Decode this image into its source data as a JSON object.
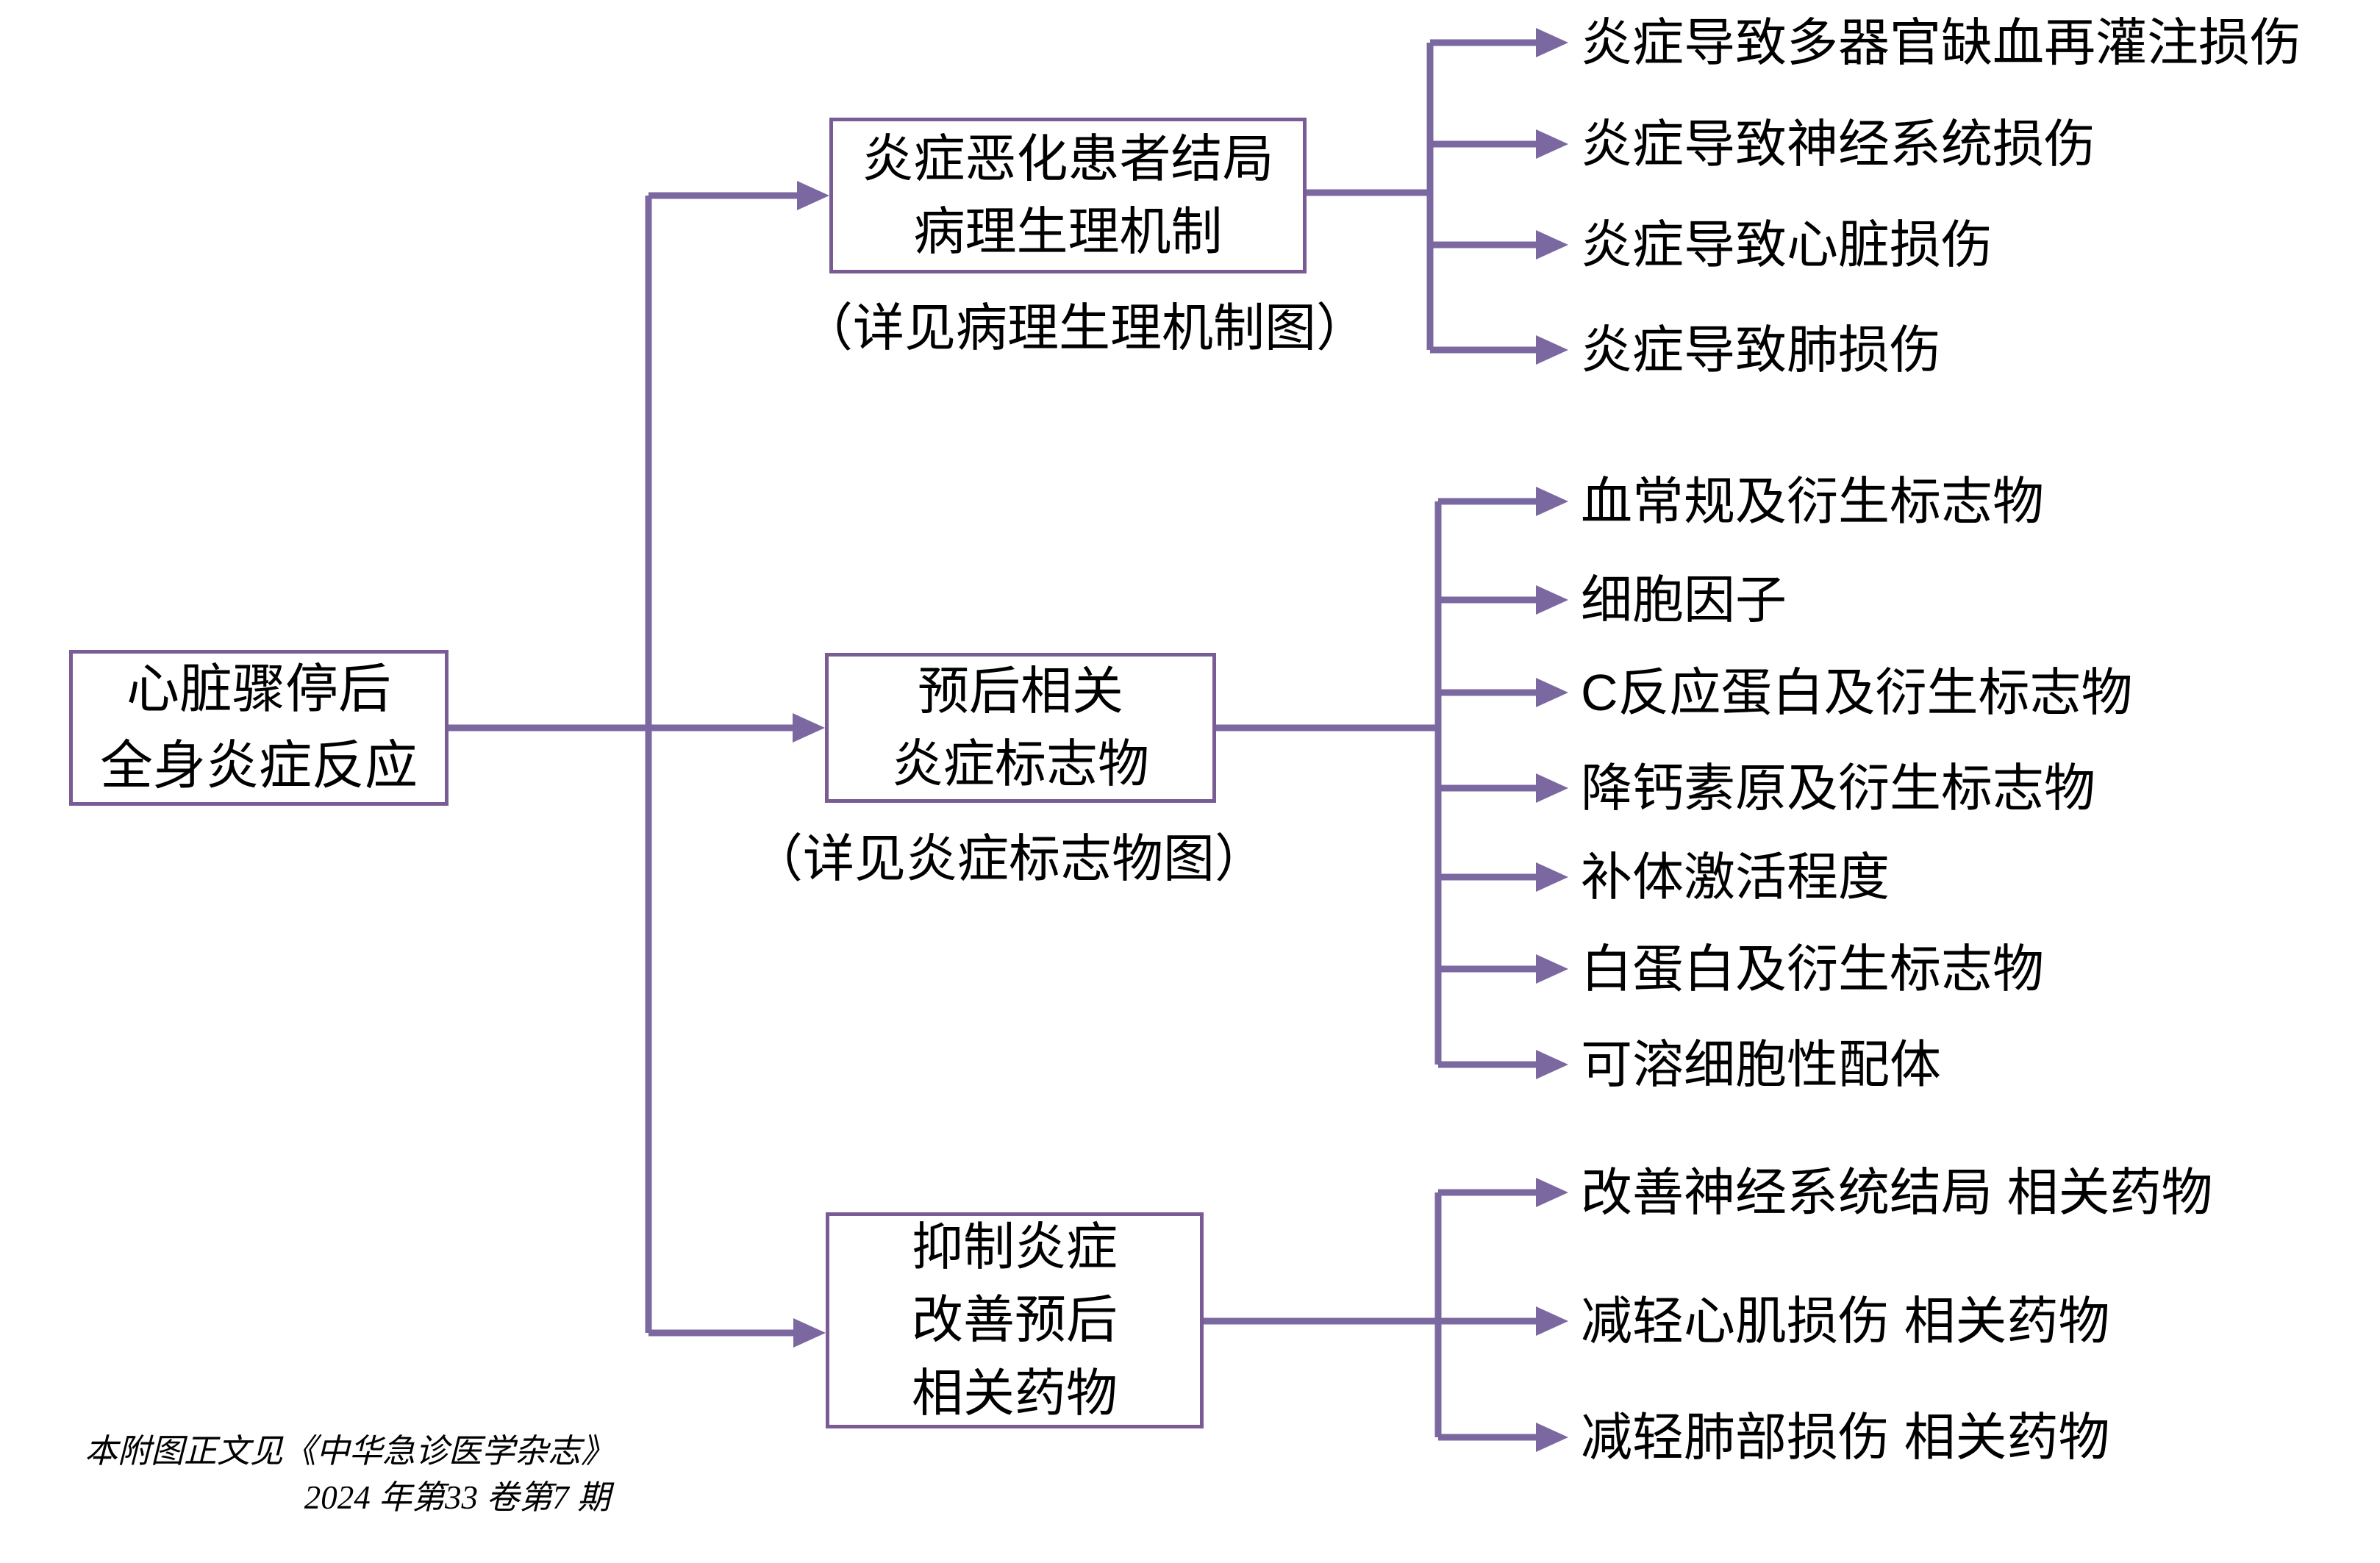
{
  "colors": {
    "connector": "#7B68A1",
    "box_border": "#7A5C95",
    "text": "#000000",
    "background": "#FFFFFF"
  },
  "root": {
    "lines": [
      "心脏骤停后",
      "全身炎症反应"
    ]
  },
  "branches": [
    {
      "box_lines": [
        "炎症恶化患者结局",
        "病理生理机制"
      ],
      "note": "（详见病理生理机制图）",
      "leaves": [
        "炎症导致多器官缺血再灌注损伤",
        "炎症导致神经系统损伤",
        "炎症导致心脏损伤",
        "炎症导致肺损伤"
      ]
    },
    {
      "box_lines": [
        "预后相关",
        "炎症标志物"
      ],
      "note": "（详见炎症标志物图）",
      "leaves": [
        "血常规及衍生标志物",
        "细胞因子",
        "C反应蛋白及衍生标志物",
        "降钙素原及衍生标志物",
        "补体激活程度",
        "白蛋白及衍生标志物",
        "可溶细胞性配体"
      ]
    },
    {
      "box_lines": [
        "抑制炎症",
        "改善预后",
        "相关药物"
      ],
      "note": "",
      "leaves": [
        "改善神经系统结局 相关药物",
        "减轻心肌损伤 相关药物",
        "减轻肺部损伤 相关药物"
      ]
    }
  ],
  "footer": {
    "line1": "本附图正文见《中华急诊医学杂志》",
    "line2": "2024 年第33 卷第7 期"
  }
}
